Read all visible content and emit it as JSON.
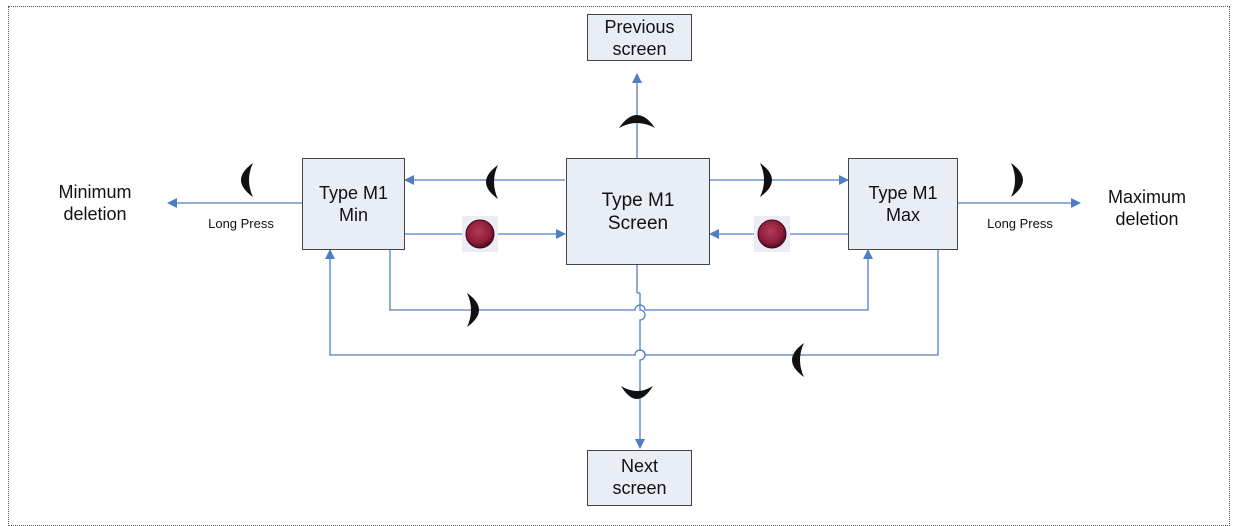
{
  "nodes": {
    "previous": "Previous\nscreen",
    "next": "Next\nscreen",
    "center": "Type M1\nScreen",
    "min": "Type M1\nMin",
    "max": "Type M1\nMax"
  },
  "labels": {
    "minimum_deletion": "Minimum\ndeletion",
    "maximum_deletion": "Maximum\ndeletion",
    "long_press_left": "Long Press",
    "long_press_right": "Long Press"
  },
  "colors": {
    "arrow": "#4f7fc0",
    "box_fill": "#e8edf6",
    "key": "#111111",
    "enter_button": "#8e1c3a"
  },
  "icons": [
    "up-key-icon",
    "down-key-icon",
    "left-key-icon",
    "right-key-icon",
    "enter-button-icon"
  ]
}
